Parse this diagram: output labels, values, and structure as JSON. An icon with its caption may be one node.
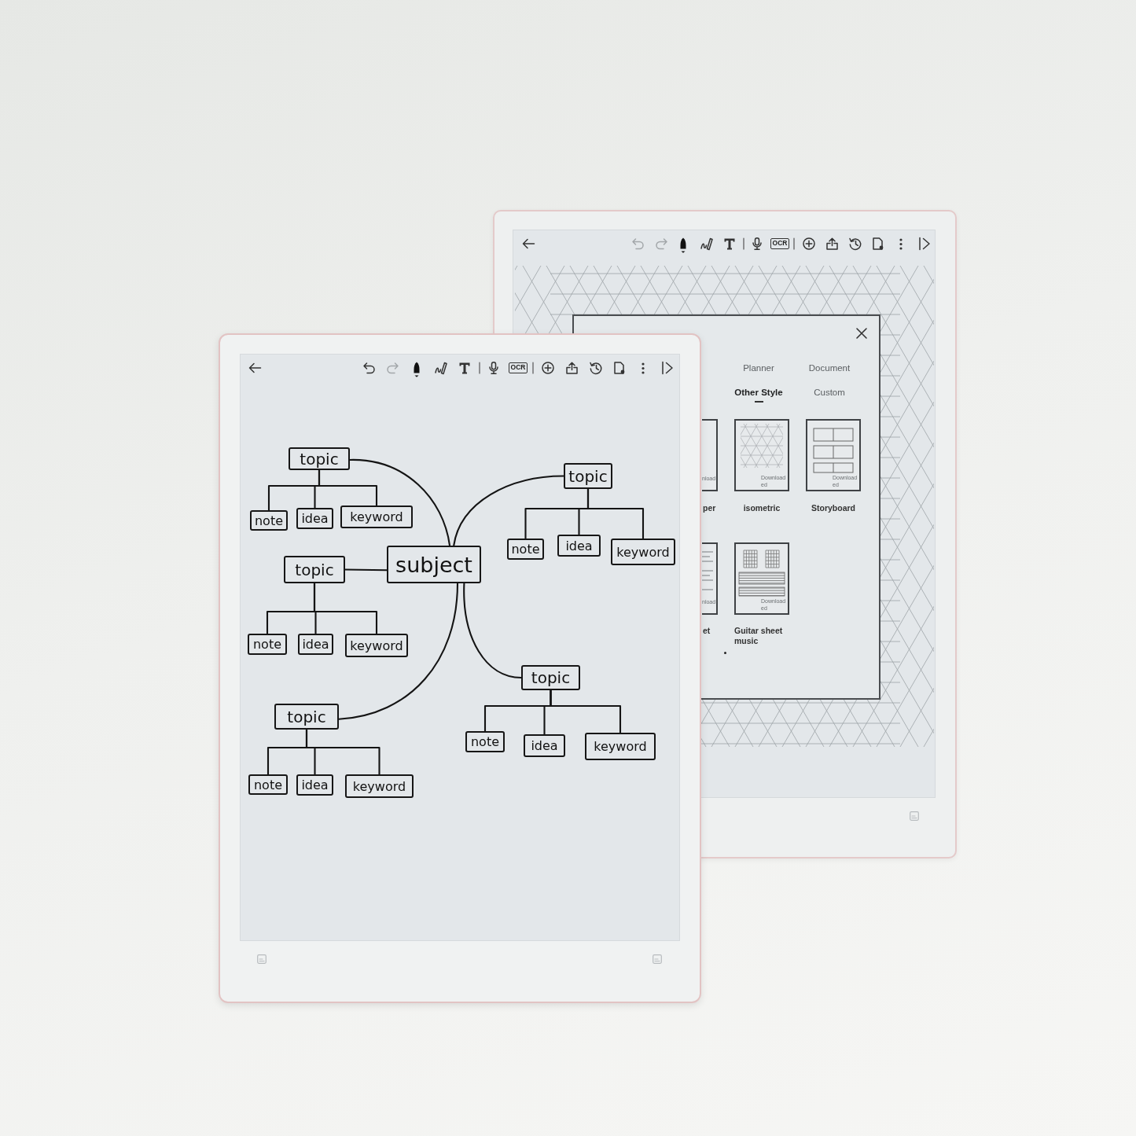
{
  "diagram": {
    "nodes": [
      {
        "text": [
          "topic"
        ]
      },
      {
        "text": [
          "note"
        ]
      },
      {
        "text": [
          "idea"
        ]
      },
      {
        "text": [
          "keyword"
        ]
      },
      {
        "text": [
          "topic"
        ]
      },
      {
        "text": [
          "note"
        ]
      },
      {
        "text": [
          "idea"
        ]
      },
      {
        "text": [
          "keyword"
        ]
      },
      {
        "text": [
          "subject"
        ]
      },
      {
        "text": [
          "topic"
        ]
      },
      {
        "text": [
          "note"
        ]
      },
      {
        "text": [
          "idea"
        ]
      },
      {
        "text": [
          "keyword"
        ]
      },
      {
        "text": [
          "topic"
        ]
      },
      {
        "text": [
          "note"
        ]
      },
      {
        "text": [
          "idea"
        ]
      },
      {
        "text": [
          "keyword"
        ]
      },
      {
        "text": [
          "topic"
        ]
      },
      {
        "text": [
          "note"
        ]
      },
      {
        "text": [
          "idea"
        ]
      },
      {
        "text": [
          "keyword"
        ]
      }
    ],
    "edges": [
      {
        "from": 8,
        "to": 0,
        "arrow": "none"
      },
      {
        "from": 8,
        "to": 4,
        "arrow": "none"
      },
      {
        "from": 8,
        "to": 9,
        "arrow": "none"
      },
      {
        "from": 8,
        "to": 17,
        "arrow": "none"
      },
      {
        "from": 8,
        "to": 13,
        "arrow": "none"
      },
      {
        "from": 0,
        "to": 1,
        "arrow": "none"
      },
      {
        "from": 0,
        "to": 2,
        "arrow": "none"
      },
      {
        "from": 0,
        "to": 3,
        "arrow": "none"
      },
      {
        "from": 4,
        "to": 5,
        "arrow": "none"
      },
      {
        "from": 4,
        "to": 6,
        "arrow": "none"
      },
      {
        "from": 4,
        "to": 7,
        "arrow": "none"
      },
      {
        "from": 9,
        "to": 10,
        "arrow": "none"
      },
      {
        "from": 9,
        "to": 11,
        "arrow": "none"
      },
      {
        "from": 9,
        "to": 12,
        "arrow": "none"
      },
      {
        "from": 13,
        "to": 14,
        "arrow": "none"
      },
      {
        "from": 13,
        "to": 15,
        "arrow": "none"
      },
      {
        "from": 13,
        "to": 16,
        "arrow": "none"
      },
      {
        "from": 17,
        "to": 18,
        "arrow": "none"
      },
      {
        "from": 17,
        "to": 19,
        "arrow": "none"
      },
      {
        "from": 17,
        "to": 20,
        "arrow": "none"
      }
    ],
    "labels": [
      "OCR",
      "Planner",
      "Document",
      "Other Style",
      "Custom",
      "nload",
      "Downloaded",
      "Downloaded",
      "per",
      "isometric",
      "Storyboard",
      "nload",
      "Downloaded",
      "et",
      "Guitar sheet music",
      "OCR"
    ]
  }
}
